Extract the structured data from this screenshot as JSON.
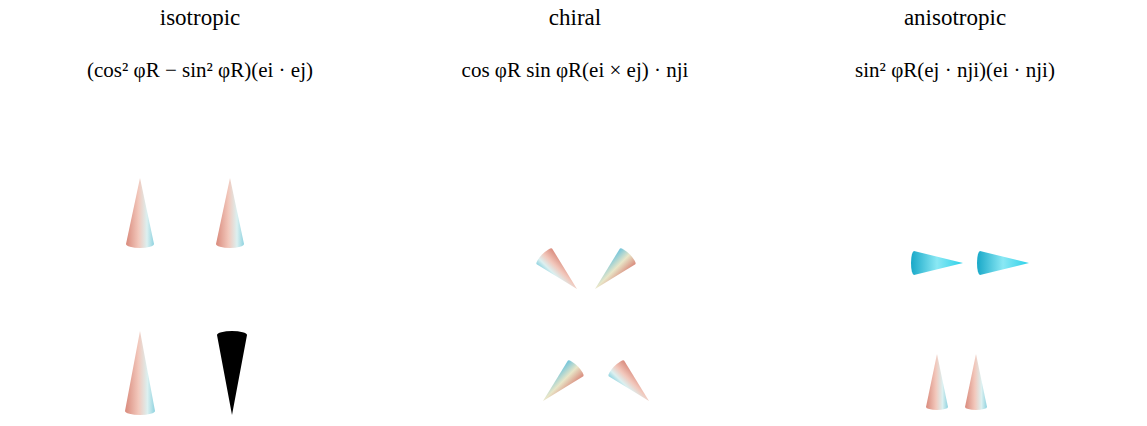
{
  "diagram": {
    "labels": [
      "isotropic",
      "chiral",
      "anisotropic",
      "(cos² φR − sin² φR)(ei · ej)",
      "cos φR sin φR(ei × ej) · nji",
      "sin² φR(ej · nji)(ei · nji)"
    ]
  }
}
